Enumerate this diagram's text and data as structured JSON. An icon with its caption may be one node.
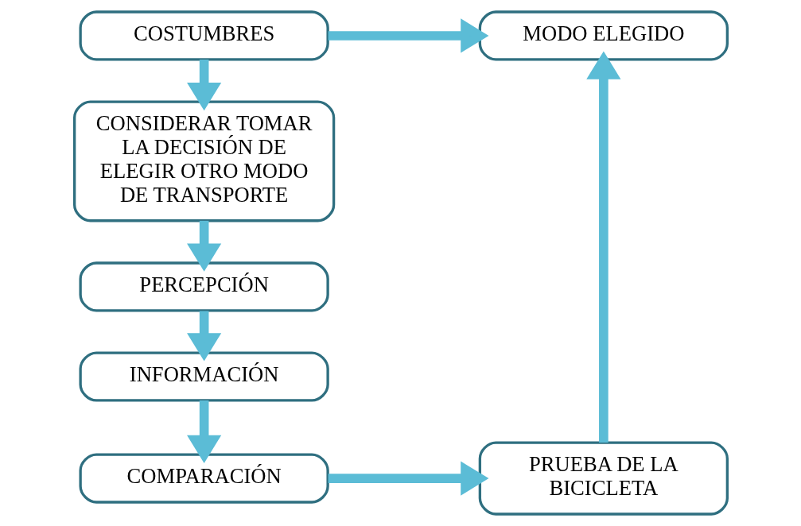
{
  "diagram": {
    "nodes": [
      {
        "text": [
          "COSTUMBRES"
        ]
      },
      {
        "text": [
          "MODO ELEGIDO"
        ]
      },
      {
        "text": [
          "CONSIDERAR TOMAR LA DECISIÓN DE ELEGIR OTRO MODO DE TRANSPORTE"
        ]
      },
      {
        "text": [
          "PERCEPCIÓN"
        ]
      },
      {
        "text": [
          "INFORMACIÓN"
        ]
      },
      {
        "text": [
          "COMPARACIÓN"
        ]
      },
      {
        "text": [
          "PRUEBA DE LA BICICLETA"
        ]
      }
    ],
    "edges": [
      {
        "from": 0,
        "to": 1,
        "arrow": "to"
      },
      {
        "from": 0,
        "to": 2,
        "arrow": "to"
      },
      {
        "from": 2,
        "to": 3,
        "arrow": "to"
      },
      {
        "from": 3,
        "to": 4,
        "arrow": "to"
      },
      {
        "from": 4,
        "to": 5,
        "arrow": "to"
      },
      {
        "from": 5,
        "to": 6,
        "arrow": "to"
      },
      {
        "from": 6,
        "to": 1,
        "arrow": "to"
      }
    ]
  }
}
